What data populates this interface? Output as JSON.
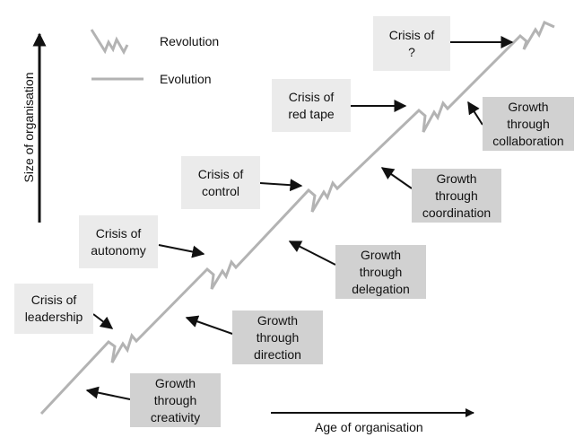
{
  "legend": {
    "revolution_label": "Revolution",
    "evolution_label": "Evolution"
  },
  "axes": {
    "y_label": "Size of organisation",
    "x_label": "Age of organisation"
  },
  "crises": [
    {
      "text": "Crisis of\nleadership"
    },
    {
      "text": "Crisis of\nautonomy"
    },
    {
      "text": "Crisis of\ncontrol"
    },
    {
      "text": "Crisis of\nred tape"
    },
    {
      "text": "Crisis of\n?"
    }
  ],
  "growth_phases": [
    {
      "text": "Growth\nthrough\ncreativity"
    },
    {
      "text": "Growth\nthrough\ndirection"
    },
    {
      "text": "Growth\nthrough\ndelegation"
    },
    {
      "text": "Growth\nthrough\ncoordination"
    },
    {
      "text": "Growth\nthrough\ncollaboration"
    }
  ],
  "colors": {
    "crisis_fill": "#ebebeb",
    "growth_fill": "#d1d1d1",
    "line": "#b3b3b3",
    "arrow": "#111111"
  }
}
